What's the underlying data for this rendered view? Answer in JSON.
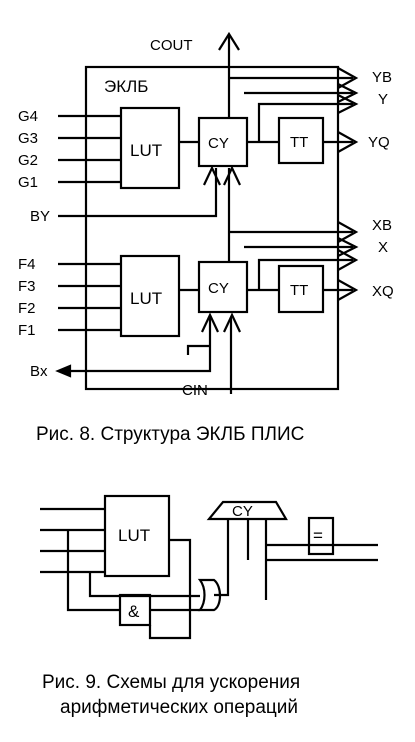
{
  "figure8": {
    "caption": "Рис. 8. Структура ЭКЛБ ПЛИС",
    "block_title": "ЭКЛБ",
    "top_output": "COUT",
    "bottom_input": "CIN",
    "inputs_top": [
      "G4",
      "G3",
      "G2",
      "G1"
    ],
    "input_by": "BY",
    "inputs_bottom": [
      "F4",
      "F3",
      "F2",
      "F1"
    ],
    "input_bx": "Bx",
    "outputs_top": [
      "YB",
      "Y",
      "YQ"
    ],
    "outputs_bottom": [
      "XB",
      "X",
      "XQ"
    ],
    "lut_label": "LUT",
    "cy_label": "CY",
    "ff_label": "TT"
  },
  "figure9": {
    "caption_line1": "Рис. 9. Схемы для ускорения",
    "caption_line2": "арифметических операций",
    "lut_label": "LUT",
    "cy_label": "CY",
    "and_label": "&",
    "ff_label": "="
  }
}
